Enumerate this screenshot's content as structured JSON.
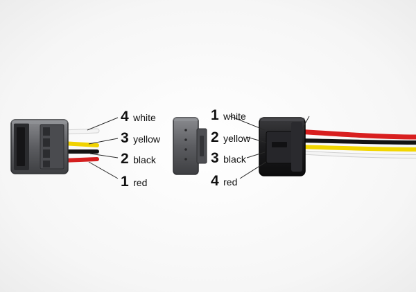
{
  "left_connector": {
    "pins": [
      {
        "number": "4",
        "name": "white"
      },
      {
        "number": "3",
        "name": "yellow"
      },
      {
        "number": "2",
        "name": "black"
      },
      {
        "number": "1",
        "name": "red"
      }
    ]
  },
  "right_connector": {
    "pins": [
      {
        "number": "1",
        "name": "white"
      },
      {
        "number": "2",
        "name": "yellow"
      },
      {
        "number": "3",
        "name": "black"
      },
      {
        "number": "4",
        "name": "red"
      }
    ]
  },
  "colors": {
    "white": "#f2f2f2",
    "yellow": "#f2d600",
    "black": "#161616",
    "red": "#d81f1f",
    "housing_gray": "#5d5e62",
    "housing_black": "#1c1c1e"
  }
}
